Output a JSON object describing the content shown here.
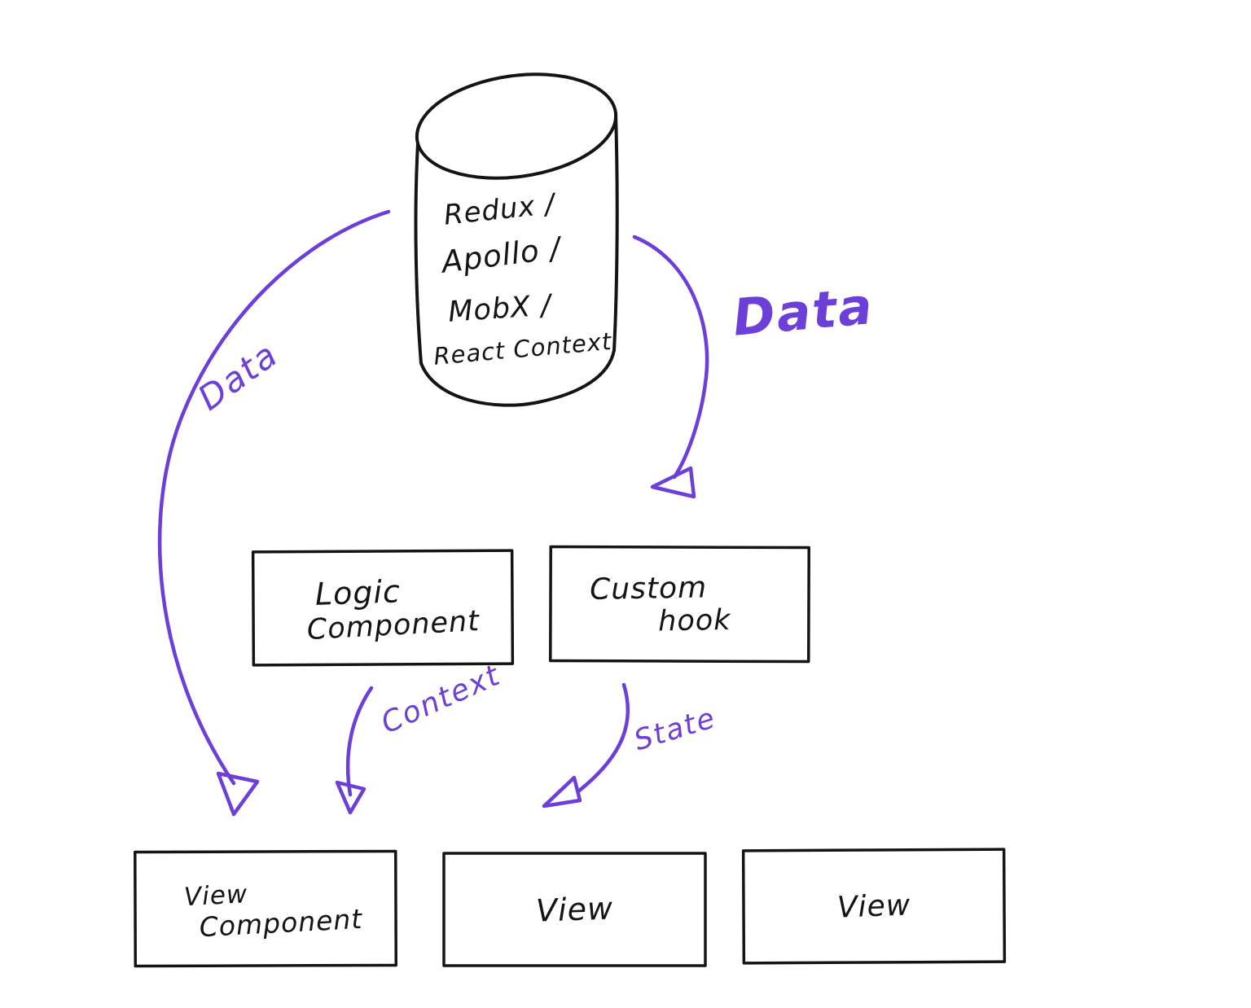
{
  "colors": {
    "background": "#ffffff",
    "ink": "#141414",
    "accent": "#6c3fd8"
  },
  "store": {
    "shape": "cylinder",
    "lines": [
      "Redux /",
      "Apollo /",
      "MobX /",
      "React Context"
    ]
  },
  "nodes": {
    "logic_component": {
      "lines": [
        "Logic",
        "Component"
      ]
    },
    "custom_hook": {
      "lines": [
        "Custom",
        "hook"
      ]
    },
    "view_component": {
      "lines": [
        "View",
        "Component"
      ]
    },
    "view_2": {
      "lines": [
        "View"
      ]
    },
    "view_3": {
      "lines": [
        "View"
      ]
    }
  },
  "edges": [
    {
      "from": "store",
      "to": "view_component",
      "label": "Data"
    },
    {
      "from": "store",
      "to": "custom_hook",
      "label": "Data"
    },
    {
      "from": "logic_component",
      "to": "view_component",
      "label": "Context"
    },
    {
      "from": "custom_hook",
      "to": "view_2",
      "label": "State"
    }
  ]
}
